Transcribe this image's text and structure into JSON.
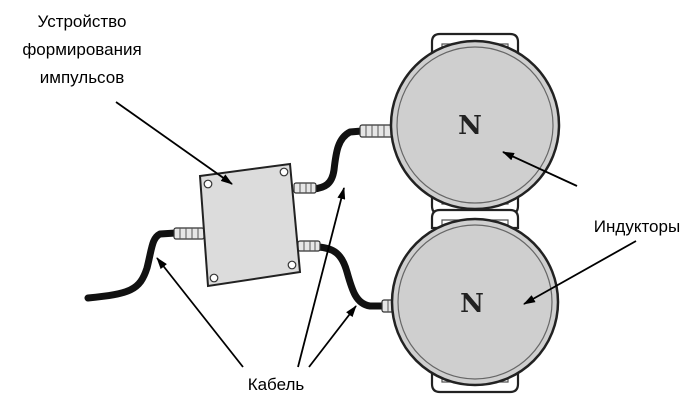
{
  "labels": {
    "device_line1": "Устройство",
    "device_line2": "формирования",
    "device_line3": "импульсов",
    "inductors": "Индукторы",
    "cable": "Кабель"
  },
  "inductors": [
    {
      "pole": "N"
    },
    {
      "pole": "N"
    }
  ],
  "colors": {
    "cable": "#111111",
    "coil_fill": "#cfcfcf",
    "box_fill": "#dcdcdc",
    "line": "#000000"
  }
}
